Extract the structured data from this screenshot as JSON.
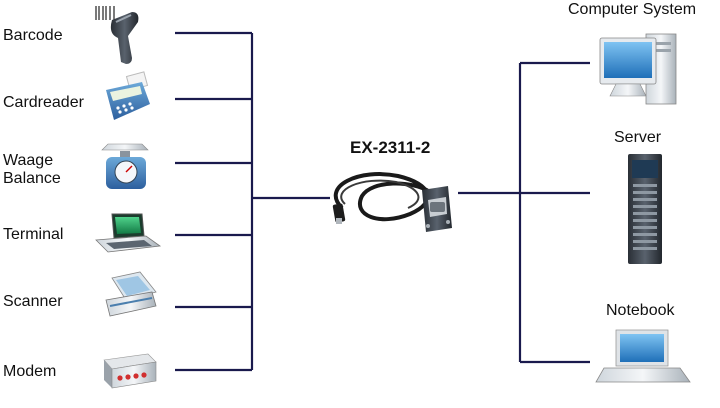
{
  "title": "EX-2311-2",
  "left_devices": [
    {
      "label": "Barcode",
      "icon": "barcode-scanner-icon"
    },
    {
      "label": "Cardreader",
      "icon": "card-reader-icon"
    },
    {
      "label": "Waage Balance",
      "icon": "weighing-scale-icon"
    },
    {
      "label": "Terminal",
      "icon": "terminal-icon"
    },
    {
      "label": "Scanner",
      "icon": "flatbed-scanner-icon"
    },
    {
      "label": "Modem",
      "icon": "modem-icon"
    }
  ],
  "right_devices": [
    {
      "label": "Computer System",
      "icon": "computer-system-icon"
    },
    {
      "label": "Server",
      "icon": "server-icon"
    },
    {
      "label": "Notebook",
      "icon": "notebook-icon"
    }
  ],
  "colors": {
    "line": "#1a1a4d"
  }
}
